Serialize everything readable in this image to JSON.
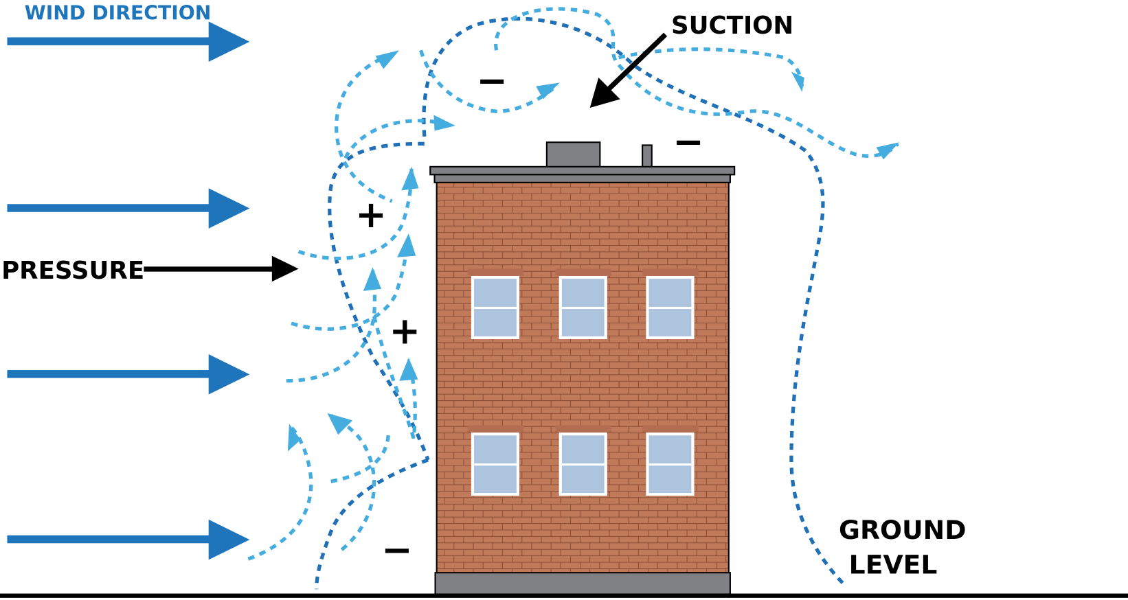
{
  "labels": {
    "wind_direction": "WIND DIRECTION",
    "suction": "SUCTION",
    "pressure": "PRESSURE",
    "ground_level_line1": "GROUND",
    "ground_level_line2": "LEVEL"
  },
  "signs": {
    "plus": "+",
    "minus": "−"
  },
  "colors": {
    "wind_arrow": "#1f75bc",
    "flow_dark": "#1f70b6",
    "flow_light": "#45ace0",
    "brick": "#c07a5a",
    "roof": "#808184",
    "window": "#adc4de"
  }
}
